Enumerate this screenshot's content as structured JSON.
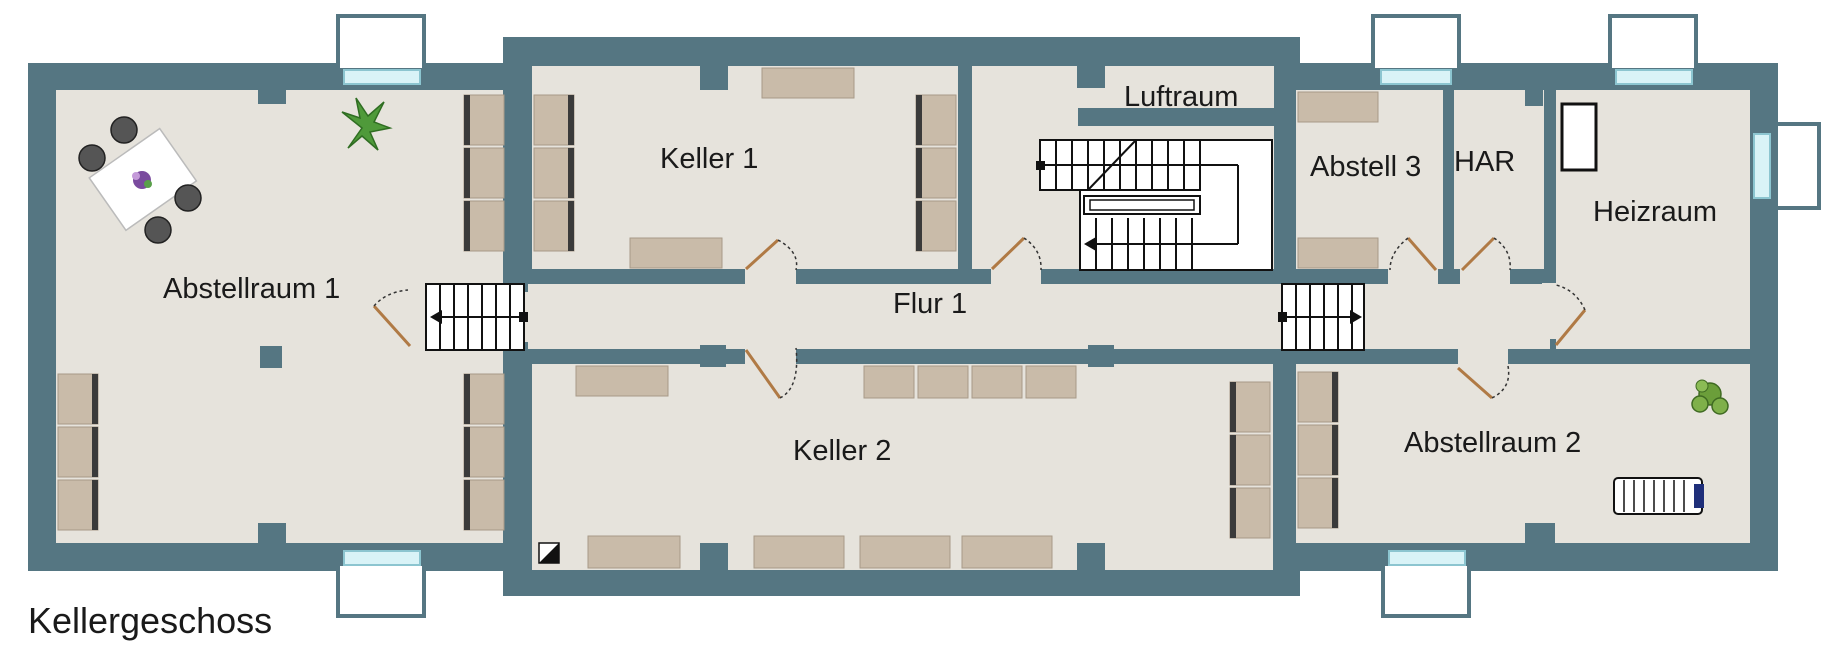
{
  "floor": {
    "title": "Kellergeschoss"
  },
  "rooms": {
    "abstellraum1": "Abstellraum 1",
    "keller1": "Keller 1",
    "luftraum": "Luftraum",
    "abstell3": "Abstell 3",
    "har": "HAR",
    "heizraum": "Heizraum",
    "flur1": "Flur 1",
    "keller2": "Keller 2",
    "abstellraum2": "Abstellraum 2"
  },
  "colors": {
    "wall": "#557682",
    "floor": "#e6e3dc",
    "furniture": "#c9bba9",
    "window_glass": "#d9f3f7"
  }
}
